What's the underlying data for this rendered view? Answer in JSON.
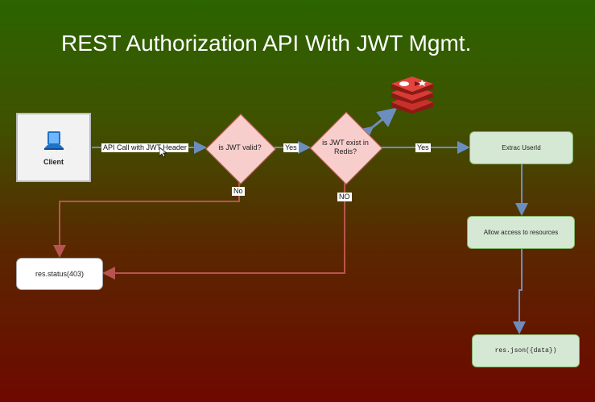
{
  "title": "REST Authorization API With JWT Mgmt.",
  "nodes": {
    "client": "Client",
    "jwt_valid": "is JWT valid?",
    "jwt_in_redis": "is JWT exist in Redis?",
    "extract_userid": "Extrac UserId",
    "allow_access": "Allow access to resources",
    "res_json": "res.json({data})",
    "res_403": "res.status(403)"
  },
  "edges": {
    "api_call": "API Call with JWT Header",
    "yes_1": "Yes",
    "yes_2": "Yes",
    "no_1": "No",
    "no_2": "NO"
  },
  "icons": {
    "client": "laptop-icon",
    "cache": "redis-icon"
  },
  "colors": {
    "decision_fill": "#f8cecc",
    "action_fill": "#d5e8d4",
    "error_edge": "#b85450",
    "ok_edge": "#6c8ebf"
  }
}
